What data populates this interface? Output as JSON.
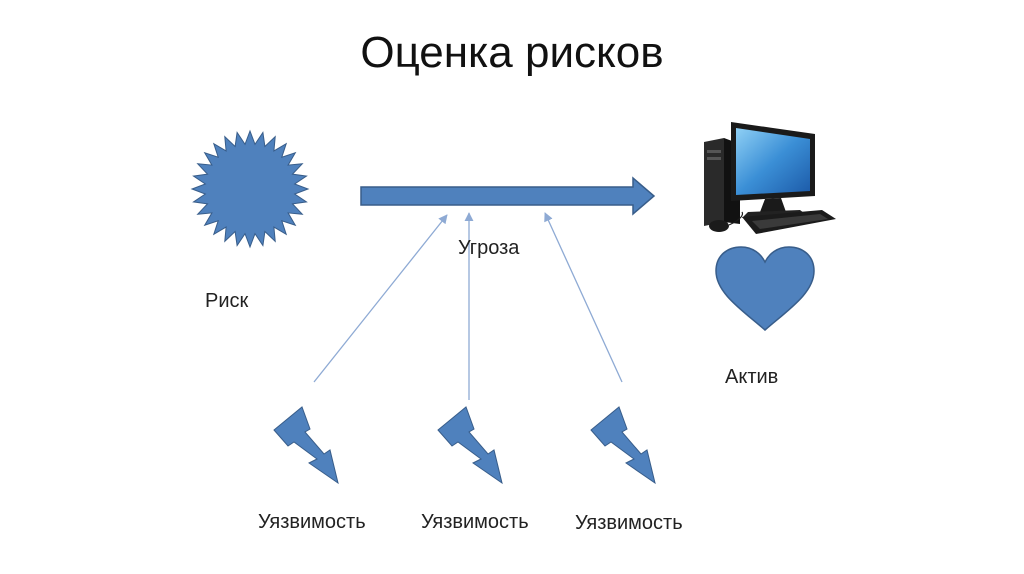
{
  "slide": {
    "title": "Оценка рисков"
  },
  "labels": {
    "risk": "Риск",
    "threat": "Угроза",
    "asset": "Актив",
    "vulnerabilities": [
      "Уязвимость",
      "Уязвимость",
      "Уязвимость"
    ]
  },
  "icons": {
    "risk": "starburst-icon",
    "threat": "block-arrow-right",
    "asset_top": "desktop-computer-icon",
    "asset_bottom": "heart-icon",
    "vulnerability": "lightning-bolt-icon"
  },
  "colors": {
    "shape_fill": "#4f81bd",
    "shape_stroke": "#385d8a",
    "connector": "#8eaad4",
    "monitor_screen": "#3b8fd6",
    "computer_body": "#1a1a1a"
  }
}
